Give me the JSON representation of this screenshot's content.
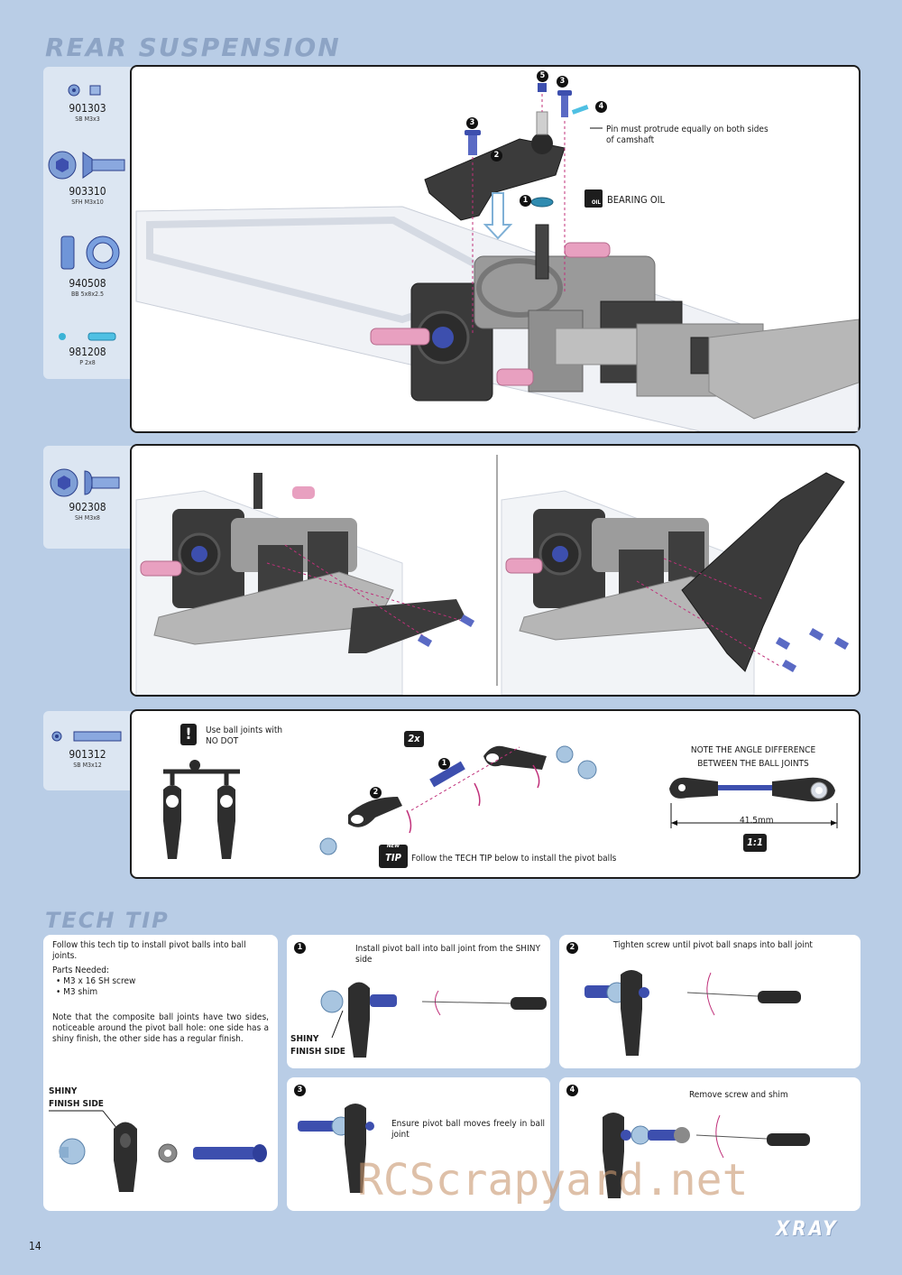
{
  "page": {
    "title": "REAR SUSPENSION",
    "tech_tip_title": "TECH TIP",
    "page_number": "14",
    "brand": "XRAY",
    "watermark": "RCScrapyard.net"
  },
  "step1": {
    "parts": [
      {
        "code": "901303",
        "spec": "SB M3x3"
      },
      {
        "code": "903310",
        "spec": "SFH M3x10"
      },
      {
        "code": "940508",
        "spec": "BB 5x8x2.5"
      },
      {
        "code": "981208",
        "spec": "P 2x8"
      }
    ],
    "callouts": [
      "5",
      "3",
      "4",
      "3",
      "2",
      "1"
    ],
    "pin_note": "Pin must protrude equally on both sides of camshaft",
    "oil_icon_label": "OIL",
    "bearing_oil": "BEARING OIL"
  },
  "step2": {
    "parts": [
      {
        "code": "902308",
        "spec": "SH M3x8"
      }
    ]
  },
  "step3": {
    "parts": [
      {
        "code": "901312",
        "spec": "SB M3x12"
      }
    ],
    "warning_mark": "!",
    "ball_joint_note": "Use ball joints with NO DOT",
    "multiplier": "2x",
    "callouts": [
      "1",
      "2"
    ],
    "angle_note": "NOTE THE ANGLE DIFFERENCE BETWEEN THE BALL JOINTS",
    "length": "41.5mm",
    "scale": "1:1",
    "tip_badge_top": "NEW",
    "tip_badge": "TIP",
    "tech_tip_ref": "Follow the TECH TIP below to install the pivot balls"
  },
  "tech_tip": {
    "intro": "Follow this tech tip to install pivot balls into ball joints.",
    "parts_heading": "Parts Needed:",
    "parts": [
      "M3 x 16 SH screw",
      "M3 shim"
    ],
    "note": "Note that the composite ball joints have two sides, noticeable around the pivot ball hole: one side has a shiny finish, the other side has a regular finish.",
    "shiny_label_1": "SHINY",
    "shiny_label_2": "FINISH SIDE",
    "steps": [
      {
        "num": "1",
        "text": "Install pivot ball into ball joint from the SHINY side"
      },
      {
        "num": "2",
        "text": "Tighten screw until pivot ball snaps into ball joint"
      },
      {
        "num": "3",
        "text": "Ensure pivot ball moves freely in ball joint"
      },
      {
        "num": "4",
        "text": "Remove screw and shim"
      }
    ]
  },
  "colors": {
    "background": "#b9cde6",
    "title": "#8da4c5",
    "accent_blue": "#3d4fae",
    "pink": "#e8a0c0",
    "arrow": "#c0307a"
  }
}
